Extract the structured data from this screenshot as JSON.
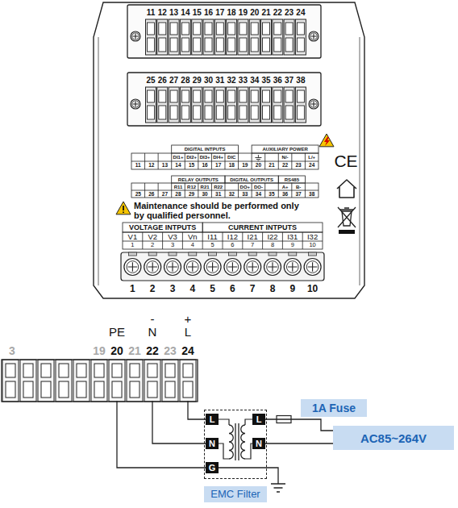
{
  "diagram": {
    "nodes": [
      {
        "text": [
          "20"
        ]
      },
      {
        "text": [
          "22"
        ]
      },
      {
        "text": [
          "24"
        ]
      },
      {
        "text": [
          "EMC Filter"
        ]
      },
      {
        "text": [
          "L"
        ],
        "in": 3
      },
      {
        "text": [
          "N"
        ],
        "in": 3
      },
      {
        "text": [
          "G"
        ],
        "in": 3
      },
      {
        "text": [
          "L"
        ],
        "in": 3
      },
      {
        "text": [
          "N"
        ],
        "in": 3
      },
      {
        "text": [
          "1A Fuse"
        ]
      },
      {
        "text": [
          "AC85~264V"
        ]
      }
    ],
    "edges": [
      {
        "from": 2,
        "to": 4,
        "arrow": "none"
      },
      {
        "from": 1,
        "to": 5,
        "arrow": "none"
      },
      {
        "from": 0,
        "to": 6,
        "arrow": "none"
      },
      {
        "from": 7,
        "to": 10,
        "arrow": "none"
      },
      {
        "from": 8,
        "to": 10,
        "arrow": "none"
      }
    ],
    "labels": [
      "11",
      "12",
      "13",
      "14",
      "15",
      "16",
      "17",
      "18",
      "19",
      "20",
      "21",
      "22",
      "23",
      "24",
      "25",
      "26",
      "27",
      "28",
      "29",
      "30",
      "31",
      "32",
      "33",
      "34",
      "35",
      "36",
      "37",
      "38",
      "DIGITAL INTPUTS",
      "AUXILIARY POWER",
      "DI1+",
      "DI2+",
      "DI3+",
      "DI4+",
      "DIC",
      "N/-",
      "L/+",
      "11",
      "12",
      "13",
      "14",
      "15",
      "16",
      "17",
      "18",
      "19",
      "20",
      "21",
      "22",
      "23",
      "24",
      "RELAY OUTPUTS",
      "DIGITAL OUTPUTS",
      "RS485",
      "R11",
      "R12",
      "R21",
      "R22",
      "DO+",
      "DO-",
      "A+",
      "B-",
      "25",
      "26",
      "27",
      "28",
      "29",
      "30",
      "31",
      "32",
      "33",
      "34",
      "35",
      "36",
      "37",
      "38",
      "CE",
      "Maintenance should be performed only by qualified personnel.",
      "VOLTAGE INTPUTS",
      "CURRENT INTPUTS",
      "V1",
      "V2",
      "V3",
      "Vn",
      "I11",
      "I12",
      "I21",
      "I22",
      "I31",
      "I32",
      "1",
      "2",
      "3",
      "4",
      "5",
      "6",
      "7",
      "8",
      "9",
      "10",
      "1",
      "2",
      "3",
      "4",
      "5",
      "6",
      "7",
      "8",
      "9",
      "10",
      "PE",
      "-",
      "N",
      "+",
      "L",
      "3",
      "19",
      "21",
      "23"
    ]
  }
}
